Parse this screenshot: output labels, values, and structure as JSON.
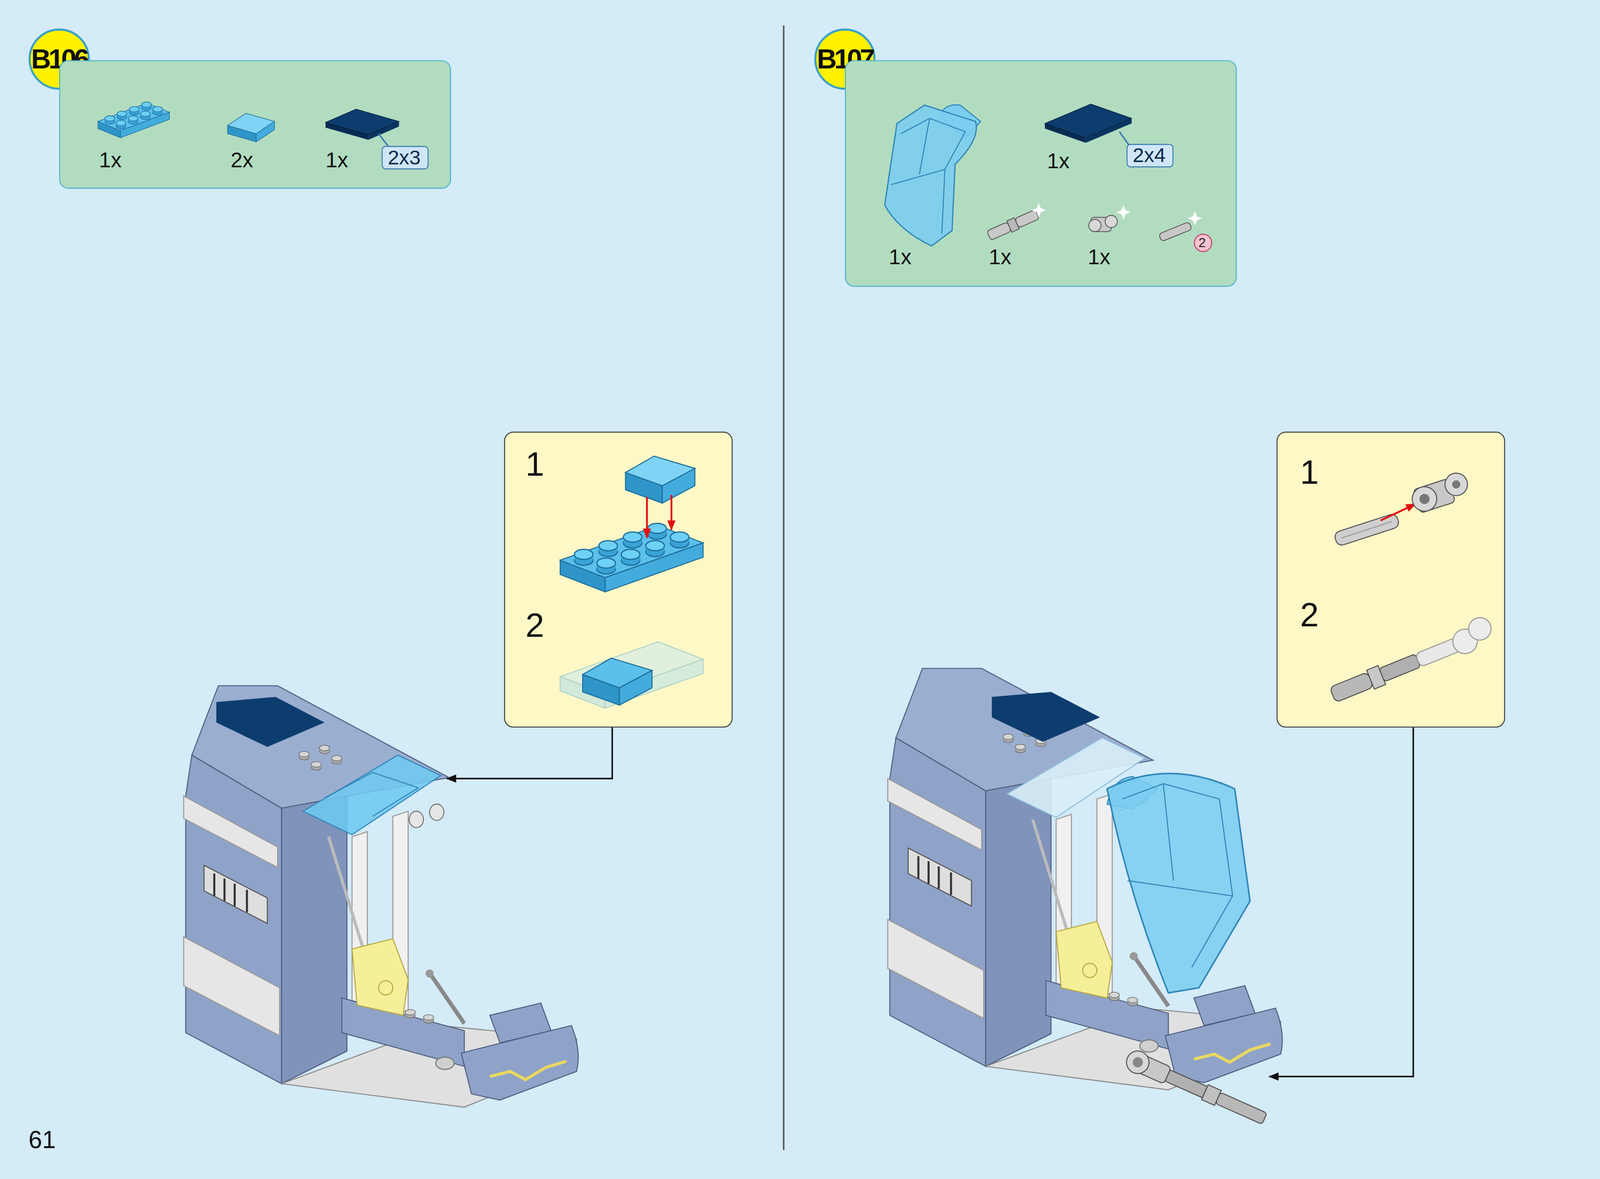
{
  "diagram": {
    "nodes": [
      {
        "text": [
          "B106"
        ]
      },
      {
        "text": [
          "1x",
          "2x",
          "1x"
        ]
      },
      {
        "text": [
          "2x3"
        ],
        "in": 1
      },
      {
        "text": [
          "1",
          "2"
        ]
      },
      {
        "text": [
          "B107"
        ]
      },
      {
        "text": [
          "1x",
          "1x",
          "1x",
          "1x"
        ]
      },
      {
        "text": [
          "2x4"
        ],
        "in": 5
      },
      {
        "text": [
          "2"
        ],
        "in": 5
      },
      {
        "text": [
          "1",
          "2"
        ]
      }
    ],
    "labels": [
      "61"
    ]
  }
}
